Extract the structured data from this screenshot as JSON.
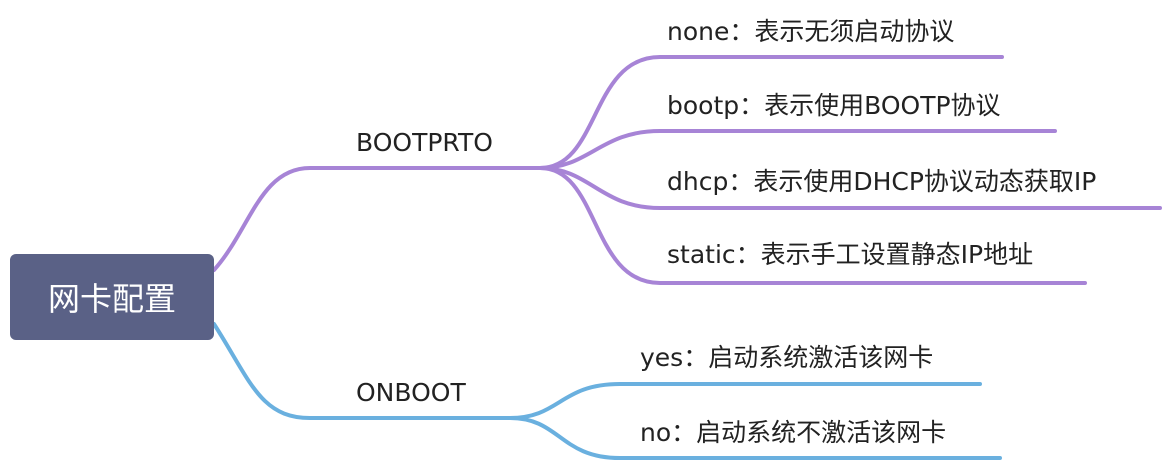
{
  "root": {
    "label": "网卡配置"
  },
  "colors": {
    "root_bg": "#5a6186",
    "purple_branch": "#a784d6",
    "blue_branch": "#6ab0df"
  },
  "branches": [
    {
      "label": "BOOTPRTO",
      "color": "purple",
      "children": [
        "none：表示无须启动协议",
        "bootp：表示使用BOOTP协议",
        "dhcp：表示使用DHCP协议动态获取IP",
        "static：表示手工设置静态IP地址"
      ]
    },
    {
      "label": "ONBOOT",
      "color": "blue",
      "children": [
        "yes：启动系统激活该网卡",
        "no：启动系统不激活该网卡"
      ]
    }
  ]
}
